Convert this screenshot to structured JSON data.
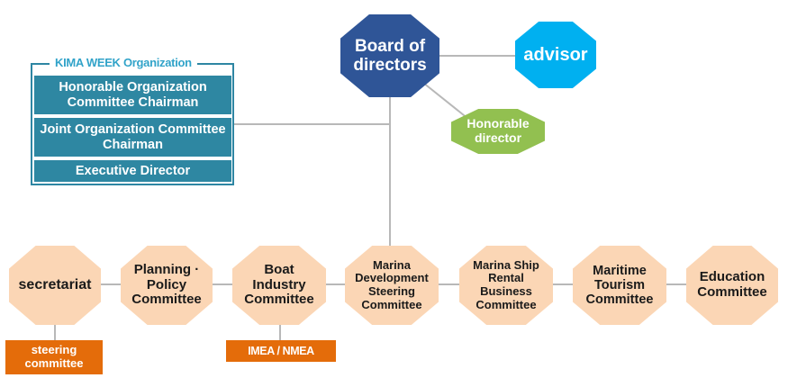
{
  "org_box": {
    "title": "KIMA WEEK Organization",
    "rows": [
      "Honorable Organization Committee Chairman",
      "Joint Organization Committee Chairman",
      "Executive Director"
    ]
  },
  "top": {
    "board": "Board of directors",
    "advisor": "advisor",
    "honorable_director": "Honorable director"
  },
  "committees": [
    "secretariat",
    "Planning · Policy Committee",
    "Boat Industry Committee",
    "Marina Development Steering Committee",
    "Marina Ship Rental Business Committee",
    "Maritime Tourism Committee",
    "Education Committee"
  ],
  "sub_units": {
    "secretariat_sub": "steering committee",
    "boat_sub": "IMEA / NMEA"
  },
  "colors": {
    "board": "#2f5597",
    "advisor": "#00b0f0",
    "honorable": "#92c050",
    "committee": "#fbd6b5",
    "sub_unit": "#e46c0a",
    "org_row": "#2e87a2",
    "connector": "#b8b8b8"
  }
}
